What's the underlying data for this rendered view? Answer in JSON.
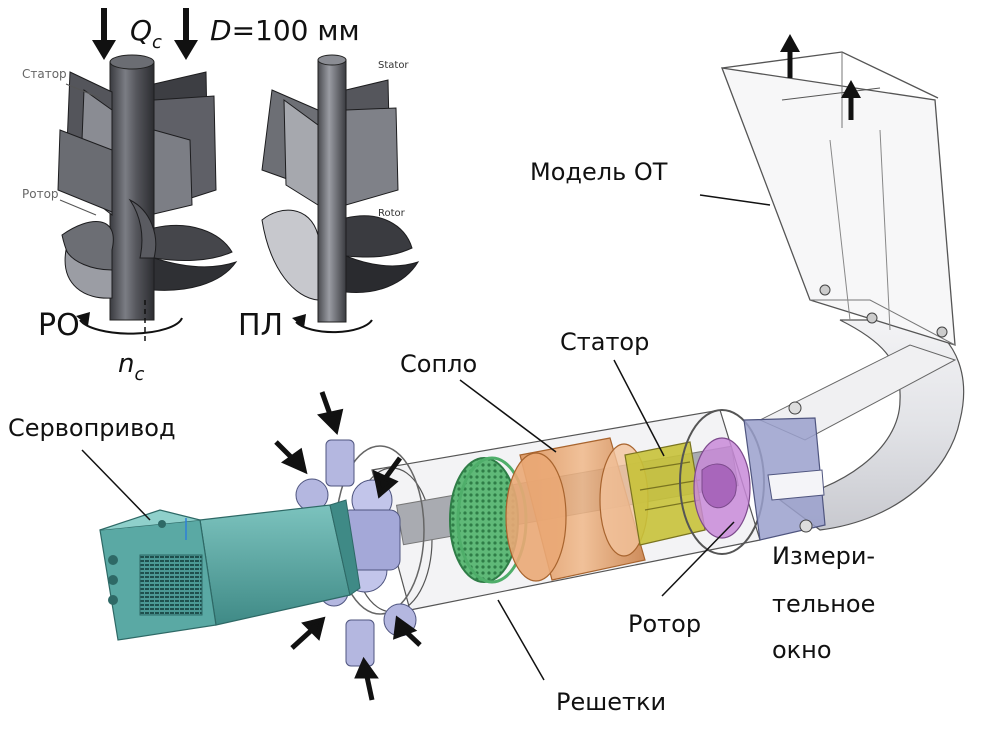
{
  "header": {
    "flow_symbol": "Q",
    "flow_sub": "c",
    "diam_symbol": "D",
    "diam_value": "=100 мм"
  },
  "inset": {
    "ro_stator": "Статор",
    "ro_rotor": "Ротор",
    "pl_stator": "Stator",
    "pl_rotor": "Rotor",
    "ro_label": "РО",
    "pl_label": "ПЛ",
    "speed_symbol": "n",
    "speed_sub": "c"
  },
  "labels": {
    "servo": "Сервопривод",
    "nozzle": "Сопло",
    "stator": "Статор",
    "model": "Модель ОТ",
    "rotor": "Ротор",
    "grids": "Решетки",
    "window_1": "Измери-",
    "window_2": "тельное",
    "window_3": "окно"
  },
  "colors": {
    "servo": "#5aa9a4",
    "servo_dark": "#3f8a86",
    "nozzle": "#e3a06a",
    "grid": "#4fae6a",
    "stator": "#c8c23a",
    "rotor": "#c88ad8",
    "flange": "#9aa0cc",
    "pipe": "#e9eaee",
    "line": "#222222"
  }
}
